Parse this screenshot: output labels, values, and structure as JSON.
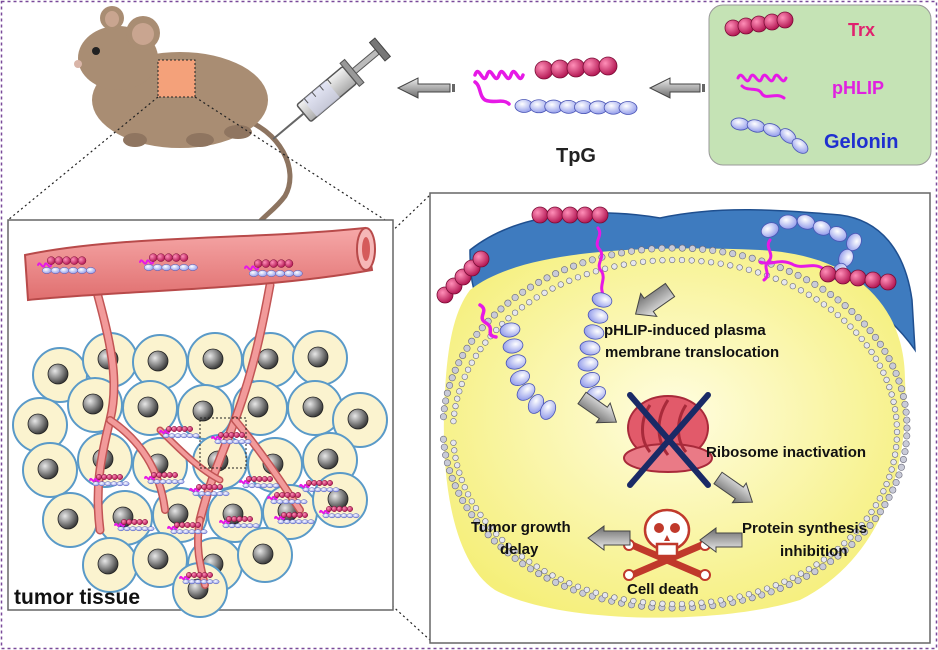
{
  "legend": {
    "trx": "Trx",
    "phlip": "pHLIP",
    "gelonin": "Gelonin"
  },
  "construct_label": "TpG",
  "tissue_label": "tumor tissue",
  "steps": {
    "translocation_line1": "pHLIP-induced plasma",
    "translocation_line2": "membrane translocation",
    "ribosome": "Ribosome inactivation",
    "protein_line1": "Protein synthesis",
    "protein_line2": "inhibition",
    "death": "Cell death",
    "growth_line1": "Tumor growth",
    "growth_line2": "delay"
  },
  "colors": {
    "trx": "#c2185b",
    "phlip": "#e619e6",
    "gelonin": "#9aa3ee",
    "legend_bg": "#c5e3b5",
    "vessel": "#ef8a8a",
    "cell_fill": "#fbf3cf",
    "cell_border": "#5a9ac8",
    "nucleus": "#555555",
    "cytoplasm": "#fdfbb0",
    "membrane_top": "#3e7bbf",
    "frame": "#7a4a9a"
  }
}
